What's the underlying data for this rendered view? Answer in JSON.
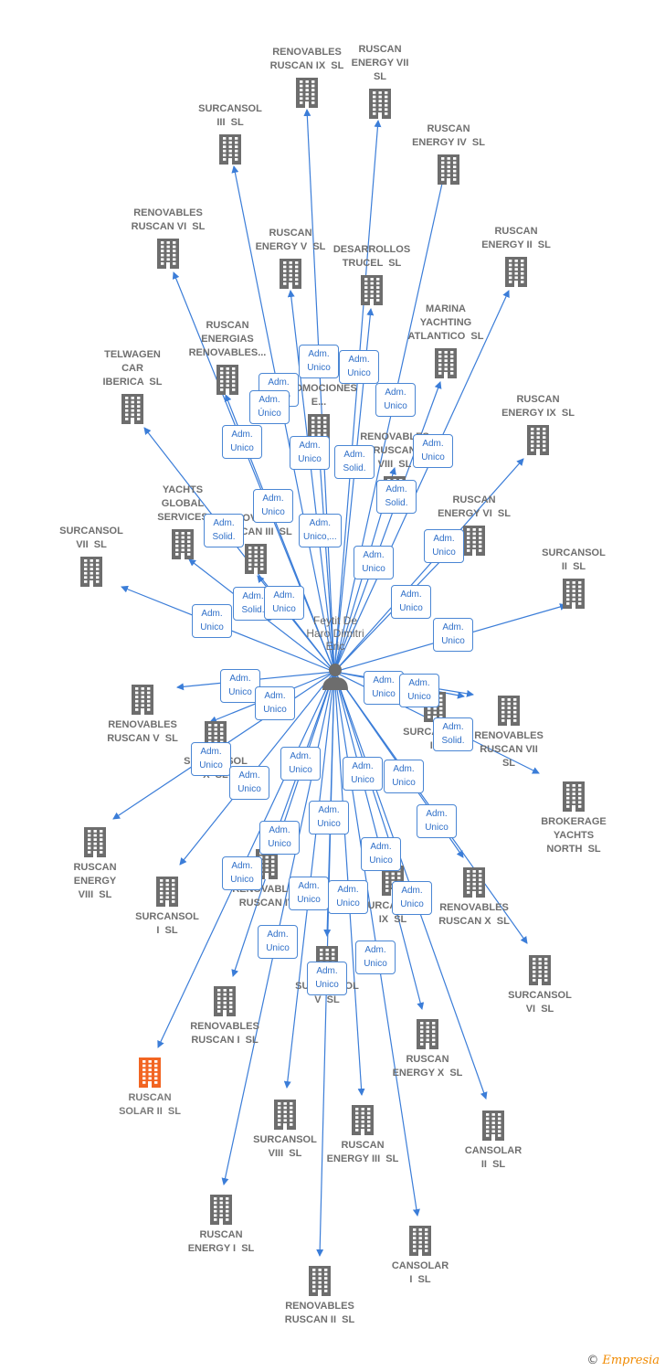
{
  "person": {
    "name": "Feytit De\nHaro Dimitri\nEric",
    "icon": "person-icon"
  },
  "colors": {
    "edge": "#3b7dd8",
    "node": "#6d6d6d",
    "highlight": "#f26522",
    "role_border": "#4a86d4",
    "role_text": "#2f6fc8"
  },
  "companies": [
    {
      "id": "c01",
      "label": "RENOVABLES\nRUSCAN IX  SL"
    },
    {
      "id": "c02",
      "label": "RUSCAN\nENERGY VII\nSL"
    },
    {
      "id": "c03",
      "label": "SURCANSOL\nIII  SL"
    },
    {
      "id": "c04",
      "label": "RUSCAN\nENERGY IV  SL"
    },
    {
      "id": "c05",
      "label": "RENOVABLES\nRUSCAN VI  SL"
    },
    {
      "id": "c06",
      "label": "RUSCAN\nENERGY V  SL"
    },
    {
      "id": "c07",
      "label": "DESARROLLOS\nTRUCEL  SL"
    },
    {
      "id": "c08",
      "label": "RUSCAN\nENERGY II  SL"
    },
    {
      "id": "c09",
      "label": "MARINA\nYACHTING\nATLANTICO  SL"
    },
    {
      "id": "c10",
      "label": "RUSCAN\nENERGIAS\nRENOVABLES..."
    },
    {
      "id": "c11",
      "label": "TELWAGEN\nCAR\nIBERICA  SL"
    },
    {
      "id": "c12",
      "label": "PROMOCIONES\nE..."
    },
    {
      "id": "c13",
      "label": "RENOVABLES\nRUSCAN\nVIII  SL"
    },
    {
      "id": "c14",
      "label": "RUSCAN\nENERGY IX  SL"
    },
    {
      "id": "c15",
      "label": "YACHTS\nGLOBAL\nSERVICES"
    },
    {
      "id": "c16",
      "label": "RENOVABLES\nRUSCAN III  SL"
    },
    {
      "id": "c17",
      "label": "RUSCAN\nENERGY VI  SL"
    },
    {
      "id": "c18",
      "label": "SURCANSOL\nVII  SL"
    },
    {
      "id": "c19",
      "label": "SURCANSOL\nII  SL"
    },
    {
      "id": "c20",
      "label": "RENOVABLES\nRUSCAN V  SL"
    },
    {
      "id": "c21",
      "label": "SURCANSOL\nX  SL"
    },
    {
      "id": "c22",
      "label": "SURCANSOL\nIV"
    },
    {
      "id": "c23",
      "label": "RENOVABLES\nRUSCAN VII\nSL"
    },
    {
      "id": "c24",
      "label": "BROKERAGE\nYACHTS\nNORTH  SL"
    },
    {
      "id": "c25",
      "label": "RUSCAN\nENERGY\nVIII  SL"
    },
    {
      "id": "c26",
      "label": "SURCANSOL\nI  SL"
    },
    {
      "id": "c27",
      "label": "RENOVABLES\nRUSCAN IV"
    },
    {
      "id": "c28",
      "label": "SURCANSOL\nIX  SL"
    },
    {
      "id": "c29",
      "label": "RENOVABLES\nRUSCAN X  SL"
    },
    {
      "id": "c30",
      "label": "SURCANSOL\nVI  SL"
    },
    {
      "id": "c31",
      "label": "SURCANSOL\nV  SL"
    },
    {
      "id": "c32",
      "label": "RENOVABLES\nRUSCAN I  SL"
    },
    {
      "id": "c33",
      "label": "RUSCAN\nSOLAR II  SL",
      "highlight": true
    },
    {
      "id": "c34",
      "label": "RUSCAN\nENERGY X  SL"
    },
    {
      "id": "c35",
      "label": "SURCANSOL\nVIII  SL"
    },
    {
      "id": "c36",
      "label": "RUSCAN\nENERGY III  SL"
    },
    {
      "id": "c37",
      "label": "CANSOLAR\nII  SL"
    },
    {
      "id": "c38",
      "label": "RUSCAN\nENERGY I  SL"
    },
    {
      "id": "c39",
      "label": "CANSOLAR\nI  SL"
    },
    {
      "id": "c40",
      "label": "RENOVABLES\nRUSCAN II  SL"
    }
  ],
  "roles": [
    {
      "id": "r01",
      "text": "Adm.\nUnico"
    },
    {
      "id": "r02",
      "text": "Adm.\nUnico"
    },
    {
      "id": "r03",
      "text": "Adm.\nUnico"
    },
    {
      "id": "r04",
      "text": "Adm.\nÚnico"
    },
    {
      "id": "r05",
      "text": "Adm.\nUnico"
    },
    {
      "id": "r06",
      "text": "Adm.\nUnico"
    },
    {
      "id": "r07",
      "text": "Adm.\nUnico"
    },
    {
      "id": "r08",
      "text": "Adm.\nSolid."
    },
    {
      "id": "r09",
      "text": "Adm.\nUnico"
    },
    {
      "id": "r10",
      "text": "Adm.\nSolid."
    },
    {
      "id": "r11",
      "text": "Adm.\nUnico"
    },
    {
      "id": "r12",
      "text": "Adm.\nSolid."
    },
    {
      "id": "r13",
      "text": "Adm.\nUnico,..."
    },
    {
      "id": "r14",
      "text": "Adm.\nUnico"
    },
    {
      "id": "r15",
      "text": "Adm.\nUnico"
    },
    {
      "id": "r16",
      "text": "Adm.\nSolid."
    },
    {
      "id": "r17",
      "text": "Adm.\nUnico"
    },
    {
      "id": "r18",
      "text": "Adm.\nUnico"
    },
    {
      "id": "r19",
      "text": "Adm.\nUnico"
    },
    {
      "id": "r20",
      "text": "Adm.\nUnico"
    },
    {
      "id": "r21",
      "text": "Adm.\nUnico"
    },
    {
      "id": "r22",
      "text": "Adm.\nUnico"
    },
    {
      "id": "r23",
      "text": "Adm.\nUnico"
    },
    {
      "id": "r24",
      "text": "Adm.\nUnico"
    },
    {
      "id": "r25",
      "text": "Adm.\nSolid."
    },
    {
      "id": "r26",
      "text": "Adm.\nUnico"
    },
    {
      "id": "r27",
      "text": "Adm.\nUnico"
    },
    {
      "id": "r28",
      "text": "Adm.\nUnico"
    },
    {
      "id": "r29",
      "text": "Adm.\nUnico"
    },
    {
      "id": "r30",
      "text": "Adm.\nUnico"
    },
    {
      "id": "r31",
      "text": "Adm.\nUnico"
    },
    {
      "id": "r32",
      "text": "Adm.\nUnico"
    },
    {
      "id": "r33",
      "text": "Adm.\nUnico"
    },
    {
      "id": "r34",
      "text": "Adm.\nUnico"
    },
    {
      "id": "r35",
      "text": "Adm.\nUnico"
    },
    {
      "id": "r36",
      "text": "Adm.\nUnico"
    },
    {
      "id": "r37",
      "text": "Adm.\nUnico"
    },
    {
      "id": "r38",
      "text": "Adm.\nUnico"
    },
    {
      "id": "r39",
      "text": "Adm.\nUnico"
    },
    {
      "id": "r40",
      "text": "Adm.\nUnico"
    },
    {
      "id": "r41",
      "text": "Adm.\nUnico"
    }
  ],
  "brand": {
    "copyright": "©",
    "name": "Empresia"
  }
}
